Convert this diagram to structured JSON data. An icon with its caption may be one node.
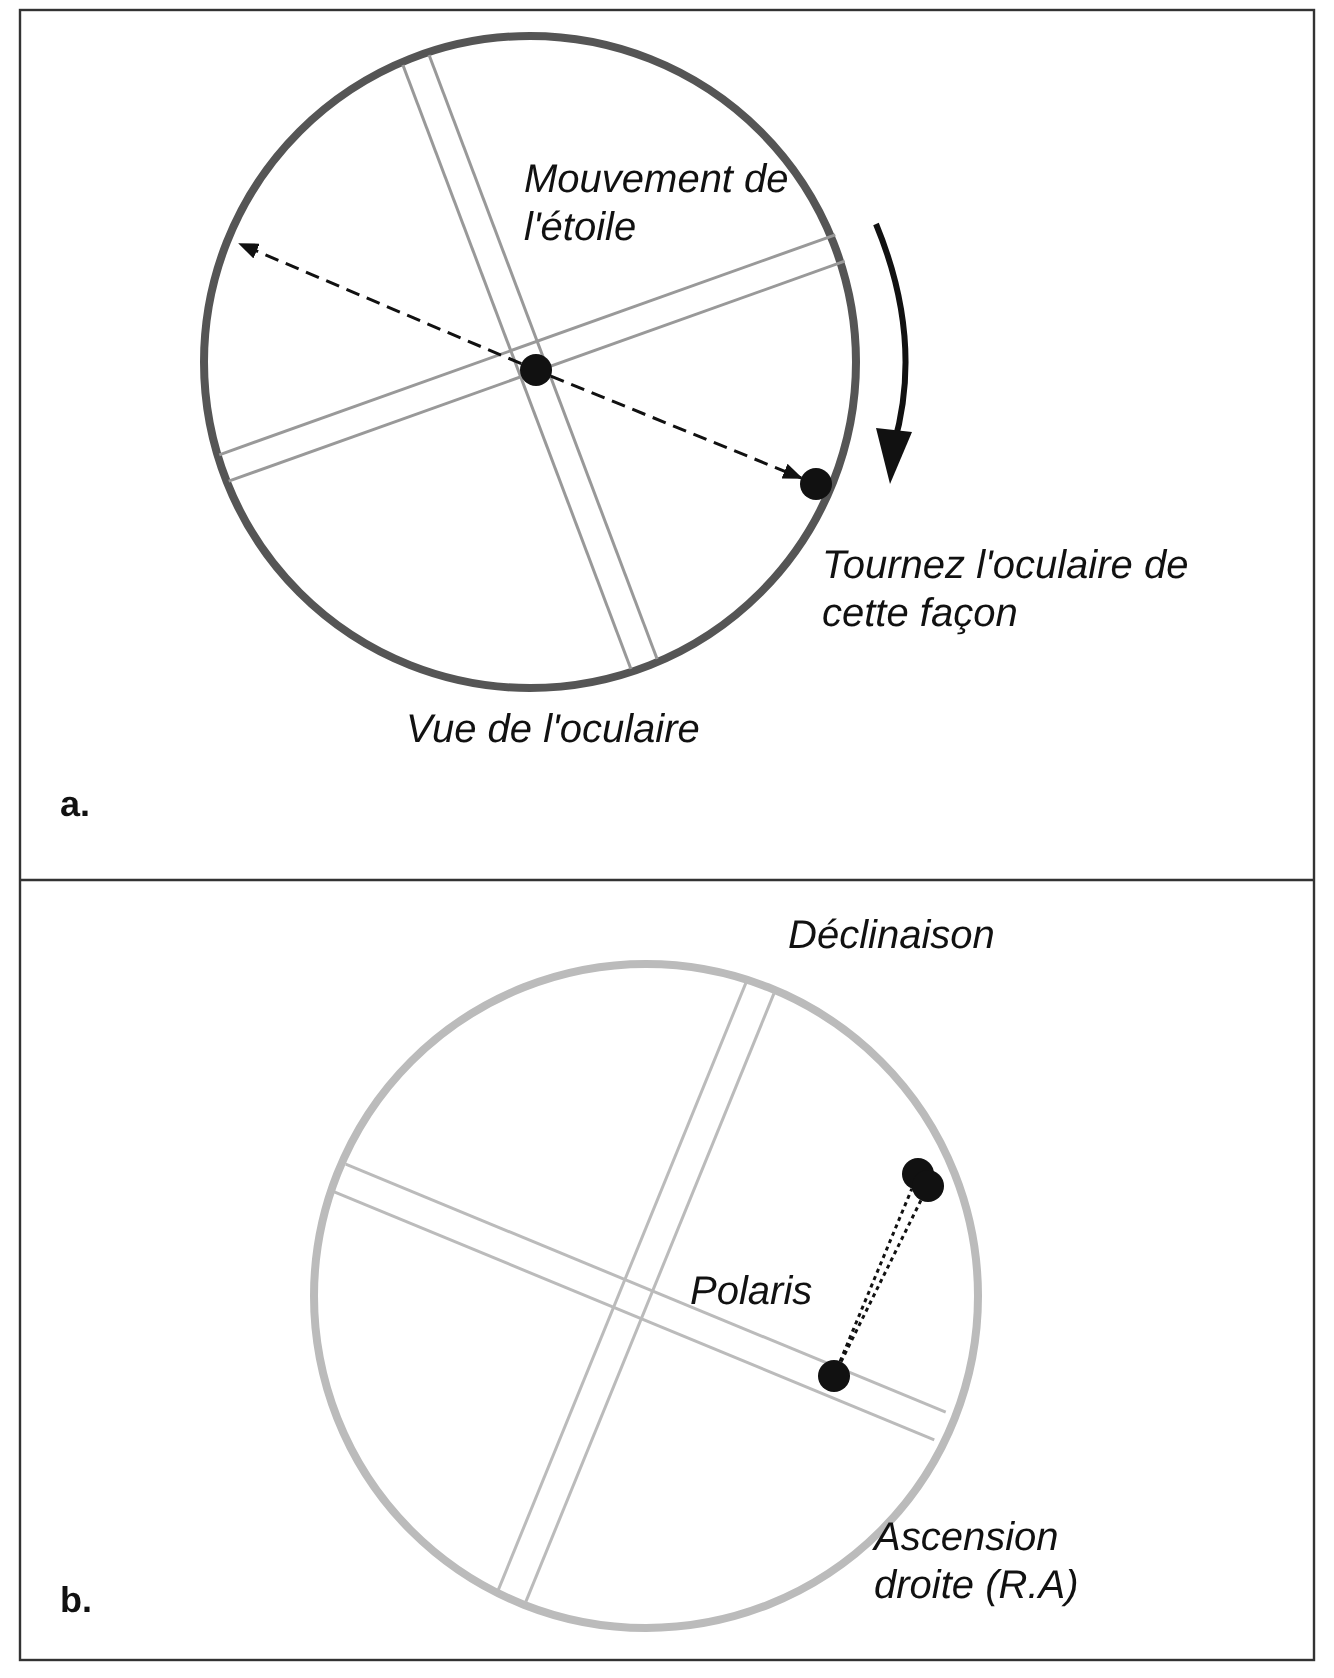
{
  "diagram": {
    "nodes": [
      {
        "text": [],
        "shape": "circle"
      },
      {
        "text": [],
        "shape": "circle"
      },
      {
        "text": [],
        "shape": "circle"
      },
      {
        "text": [],
        "shape": "circle"
      },
      {
        "text": [],
        "shape": "circle"
      }
    ],
    "edges": [
      {
        "from": 0,
        "to": null,
        "arrow": "to",
        "style": "dashed"
      },
      {
        "from": 0,
        "to": 1,
        "arrow": "to",
        "style": "dashed"
      },
      {
        "from": 4,
        "to": 2,
        "arrow": "none",
        "style": "dashed"
      },
      {
        "from": 4,
        "to": 3,
        "arrow": "none",
        "style": "dashed"
      }
    ],
    "labels": [
      "Mouvement de l'étoile",
      "Tournez l'oculaire de cette façon",
      "Vue de l'oculaire",
      "a.",
      "Déclinaison",
      "Polaris",
      "Ascension droite (R.A)",
      "b."
    ]
  }
}
